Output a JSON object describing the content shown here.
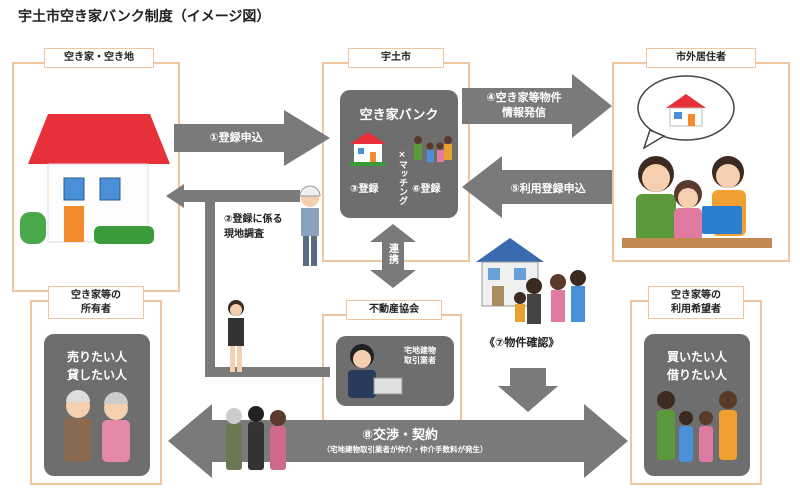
{
  "title": "宇土市空き家バンク制度（イメージ図）",
  "frames": {
    "left_top_label": "空き家・空き地",
    "center_top_label": "宇土市",
    "right_top_label": "市外居住者",
    "left_bottom_label": "空き家等の\n所有者",
    "center_bottom_label": "不動産協会",
    "right_bottom_label": "空き家等の\n利用希望者"
  },
  "bank": {
    "title": "空き家バンク",
    "step3": "③登録",
    "step6": "⑥登録",
    "matching": "×マッチング"
  },
  "steps": {
    "s1": "①登録申込",
    "s2": "②登録に係る\n現地調査",
    "s4": "④空き家等物件\n情報発信",
    "s5": "⑤利用登録申込",
    "s7": "《⑦物件確認》",
    "s8": "⑧交渉・契約",
    "s8_note": "（宅地建物取引業者が仲介・仲介手数料が発生）",
    "cooperation": "連携"
  },
  "owner_panel": {
    "line1": "売りたい人",
    "line2": "貸したい人"
  },
  "user_panel": {
    "line1": "買いたい人",
    "line2": "借りたい人"
  },
  "agent_label": "宅地建物\n取引業者",
  "colors": {
    "arrow": "#7a7a7a",
    "panel": "#6e6e6e",
    "frame": "#f0c6a0",
    "roof": "#e8303a"
  }
}
